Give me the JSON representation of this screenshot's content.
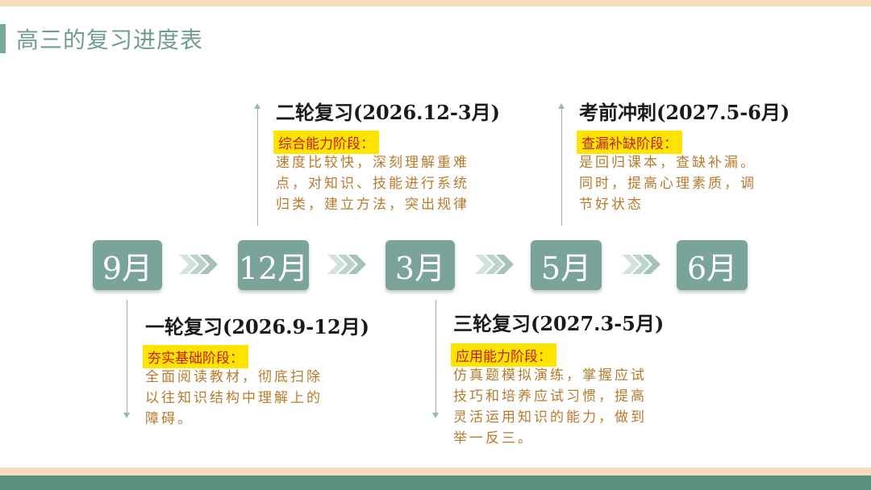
{
  "page": {
    "title": "高三的复习进度表"
  },
  "colors": {
    "accent": "#7aa49a",
    "band_dark": "#5d8f80",
    "band_light": "#f7dcb9",
    "highlight": "#ffe400",
    "label_text": "#c21a1a",
    "body_text": "#b87a2c"
  },
  "timeline": {
    "months": [
      "9月",
      "12月",
      "3月",
      "5月",
      "6月"
    ]
  },
  "stages": {
    "round2": {
      "heading": "二轮复习(2026.12-3月)",
      "label": "综合能力阶段：",
      "lines": [
        "速度比较快，深刻理解重难",
        "点，对知识、技能进行系统",
        "归类，建立方法，突出规律"
      ]
    },
    "final": {
      "heading": "考前冲刺(2027.5-6月)",
      "label": "查漏补缺阶段：",
      "lines": [
        "是回归课本，查缺补漏。",
        "同时，提高心理素质，调",
        "节好状态"
      ]
    },
    "round1": {
      "heading": "一轮复习(2026.9-12月)",
      "label": "夯实基础阶段：",
      "lines": [
        "全面阅读教材，彻底扫除",
        "以往知识结构中理解上的",
        "障碍。"
      ]
    },
    "round3": {
      "heading": "三轮复习(2027.3-5月)",
      "label": "应用能力阶段：",
      "lines": [
        "仿真题模拟演练，掌握应试",
        "技巧和培养应试习惯，提高",
        "灵活运用知识的能力，做到",
        "举一反三。"
      ]
    }
  }
}
